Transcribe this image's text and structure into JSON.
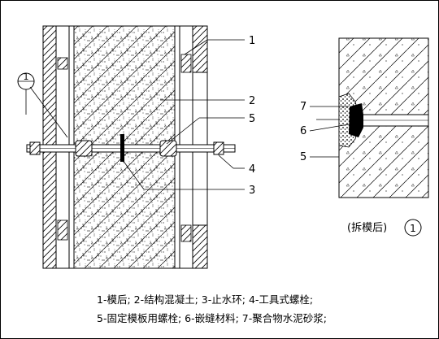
{
  "callouts": {
    "c1": "1",
    "c2": "2",
    "c3": "3",
    "c4": "4",
    "c5": "5",
    "d5": "5",
    "d6": "6",
    "d7": "7"
  },
  "section_marker": "1",
  "detail": {
    "caption": "(拆模后)",
    "marker": "1"
  },
  "legend": {
    "line1": "1-模后;  2-结构混凝土;  3-止水环;  4-工具式螺栓;",
    "line2": "5-固定模板用螺栓;  6-嵌缝材料;  7-聚合物水泥砂浆;"
  }
}
